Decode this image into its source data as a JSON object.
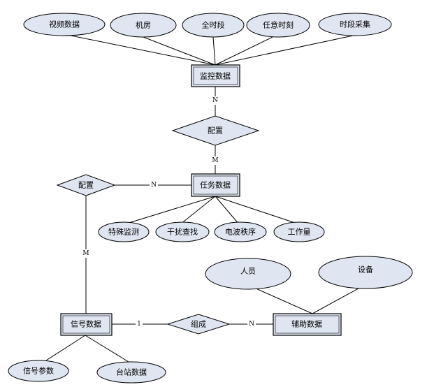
{
  "entities": {
    "monitor": "监控数据",
    "task": "任务数据",
    "signal": "信号数据",
    "aux": "辅助数据"
  },
  "relations": {
    "config_center": "配置",
    "config_left": "配置",
    "compose": "组成"
  },
  "attributes": {
    "monitor": [
      "视频数据",
      "机房",
      "全时段",
      "任意时刻",
      "时段采集"
    ],
    "task": [
      "特殊监测",
      "干扰查找",
      "电波秩序",
      "工作量"
    ],
    "aux": [
      "人员",
      "设备"
    ],
    "signal": [
      "信号参数",
      "台站数据"
    ]
  },
  "cardinalities": {
    "monitor_config": "N",
    "config_task": "M",
    "task_leftconfig": "N",
    "leftconfig_signal": "M",
    "signal_compose": "1",
    "compose_aux": "N"
  }
}
